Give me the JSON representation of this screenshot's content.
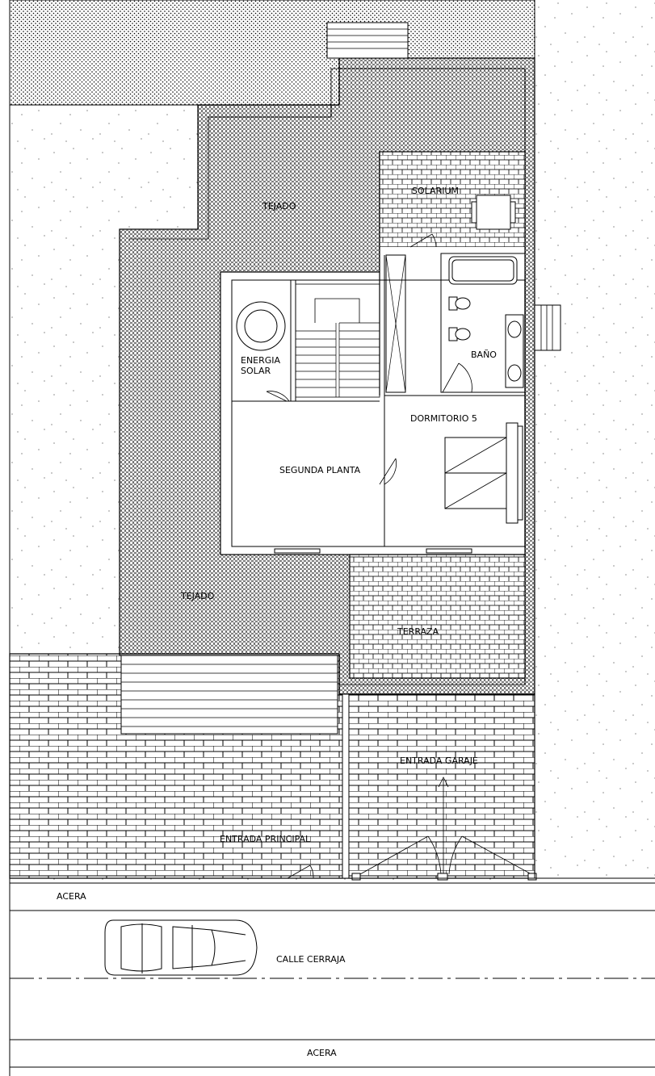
{
  "plan": {
    "labels": {
      "tejado_top": "TEJADO",
      "tejado_bottom": "TEJADO",
      "solarium": "SOLARIUM",
      "bano": "BAÑO",
      "energia_line1": "ENERGIA",
      "energia_line2": "SOLAR",
      "dormitorio": "DORMITORIO 5",
      "segunda_planta": "SEGUNDA PLANTA",
      "terraza": "TERRAZA",
      "entrada_garaje": "ENTRADA GARAJE",
      "entrada_principal": "ENTRADA PRINCIPAL",
      "acera_top": "ACERA",
      "calle": "CALLE CERRAJA",
      "acera_bottom": "ACERA"
    }
  }
}
